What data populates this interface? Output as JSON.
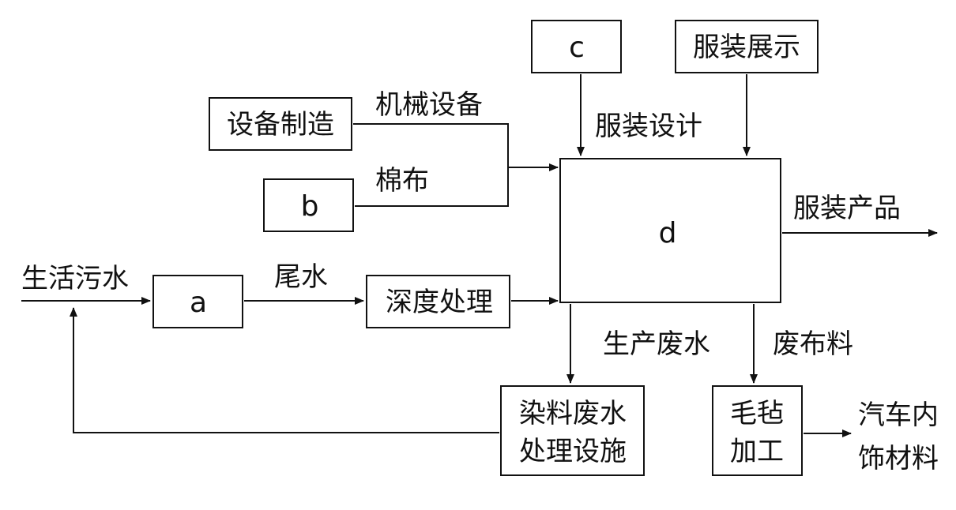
{
  "nodes": {
    "a": "a",
    "b": "b",
    "c": "c",
    "d": "d",
    "equipment_manufacturing": "设备制造",
    "deep_treatment": "深度处理",
    "garment_display": "服装展示",
    "dye_wastewater_line1": "染料废水",
    "dye_wastewater_line2": "处理设施",
    "felt_line1": "毛毡",
    "felt_line2": "加工"
  },
  "labels": {
    "domestic_sewage": "生活污水",
    "tail_water": "尾水",
    "machinery": "机械设备",
    "cotton_cloth": "棉布",
    "garment_design": "服装设计",
    "garment_products": "服装产品",
    "production_wastewater": "生产废水",
    "waste_cloth": "废布料",
    "car_interior_line1": "汽车内",
    "car_interior_line2": "饰材料"
  }
}
